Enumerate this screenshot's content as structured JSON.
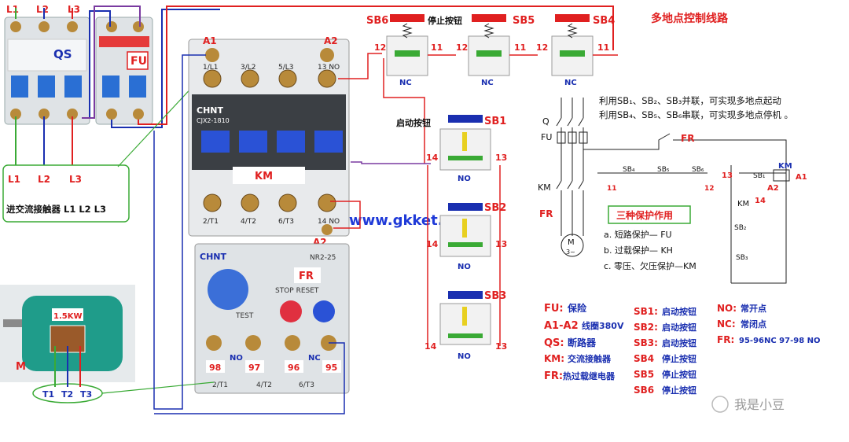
{
  "title": "多地点控制线路",
  "watermark": "www.gkket.com",
  "breaker": {
    "label": "QS",
    "terminals": [
      "L1",
      "L2",
      "L3"
    ]
  },
  "fuse": {
    "label": "FU"
  },
  "input": {
    "terminals": [
      "L1",
      "L2",
      "L3"
    ],
    "caption": "进交流接触器 L1 L2 L3"
  },
  "contactor": {
    "brand": "CHNT",
    "model": "CJX2-1810",
    "label": "KM",
    "top_terminals": [
      "1/L1",
      "3/L2",
      "5/L3",
      "13 NO"
    ],
    "bottom_terminals": [
      "2/T1",
      "4/T2",
      "6/T3",
      "14 NO"
    ],
    "coil_top": "A1",
    "coil_top2": "A2",
    "coil_bottom": "A2"
  },
  "relay": {
    "brand": "CHNT",
    "model": "NR2-25",
    "label": "FR",
    "stop_reset": "STOP RESET",
    "test": "TEST",
    "no_label": "NO",
    "nc_label": "NC",
    "contacts": [
      "98",
      "97",
      "96",
      "95"
    ],
    "outputs": [
      "2/T1",
      "4/T2",
      "6/T3"
    ]
  },
  "motor": {
    "label": "M",
    "power": "1.5KW",
    "terminals": [
      "T1",
      "T2",
      "T3"
    ]
  },
  "stop_buttons": [
    {
      "label": "SB6",
      "caption": "停止按钮",
      "left": "12",
      "right": "11",
      "type": "NC"
    },
    {
      "label": "SB5",
      "caption": "",
      "left": "12",
      "right": "11",
      "type": "NC"
    },
    {
      "label": "SB4",
      "caption": "",
      "left": "12",
      "right": "11",
      "type": "NC"
    }
  ],
  "start_buttons": [
    {
      "label": "SB1",
      "caption": "启动按钮",
      "left": "14",
      "right": "13",
      "type": "NO"
    },
    {
      "label": "SB2",
      "caption": "",
      "left": "14",
      "right": "13",
      "type": "NO"
    },
    {
      "label": "SB3",
      "caption": "",
      "left": "14",
      "right": "13",
      "type": "NO"
    }
  ],
  "notes": [
    {
      "text": "利用SB₁、SB₂、SB₃并联，可实现多地点起动"
    },
    {
      "text": "利用SB₄、SB₅、SB₆串联，可实现多地点停机 。"
    }
  ],
  "schematic": {
    "labels": [
      "Q",
      "FU",
      "KM",
      "FR",
      "M",
      "3~",
      "FR",
      "KM",
      "A1",
      "A2",
      "KM"
    ],
    "sb_labels": [
      "SB₄",
      "SB₅",
      "SB₆",
      "SB₁",
      "SB₂",
      "SB₃"
    ],
    "terminal_11": "11",
    "terminal_12": "12",
    "terminal_13": "13",
    "terminal_14": "14"
  },
  "protection": {
    "title": "三种保护作用",
    "items": [
      "a. 短路保护— FU",
      "b. 过载保护— KH",
      "c. 零压、欠压保护—KM"
    ]
  },
  "legend_left": [
    {
      "key": "FU:",
      "value": "保险"
    },
    {
      "key": "A1-A2",
      "value": "线圈380V"
    },
    {
      "key": "QS:",
      "value": "断路器"
    },
    {
      "key": "KM:",
      "value": "交流接触器"
    },
    {
      "key": "FR:",
      "value": "热过载继电器"
    }
  ],
  "legend_mid": [
    {
      "key": "SB1:",
      "value": "启动按钮"
    },
    {
      "key": "SB2:",
      "value": "启动按钮"
    },
    {
      "key": "SB3:",
      "value": "启动按钮"
    },
    {
      "key": "SB4",
      "value": "停止按钮"
    },
    {
      "key": "SB5",
      "value": "停止按钮"
    },
    {
      "key": "SB6",
      "value": "停止按钮"
    }
  ],
  "legend_right": [
    {
      "key": "NO:",
      "value": "常开点"
    },
    {
      "key": "NC:",
      "value": "常闭点"
    },
    {
      "key": "FR:",
      "value": "95-96NC  97-98 NO"
    }
  ],
  "wechat": "我是小豆",
  "colors": {
    "red": "#e02020",
    "blue": "#1a2fb0",
    "green": "#3aaa35",
    "purple": "#7a3aa0",
    "teal": "#1f8a7a"
  }
}
